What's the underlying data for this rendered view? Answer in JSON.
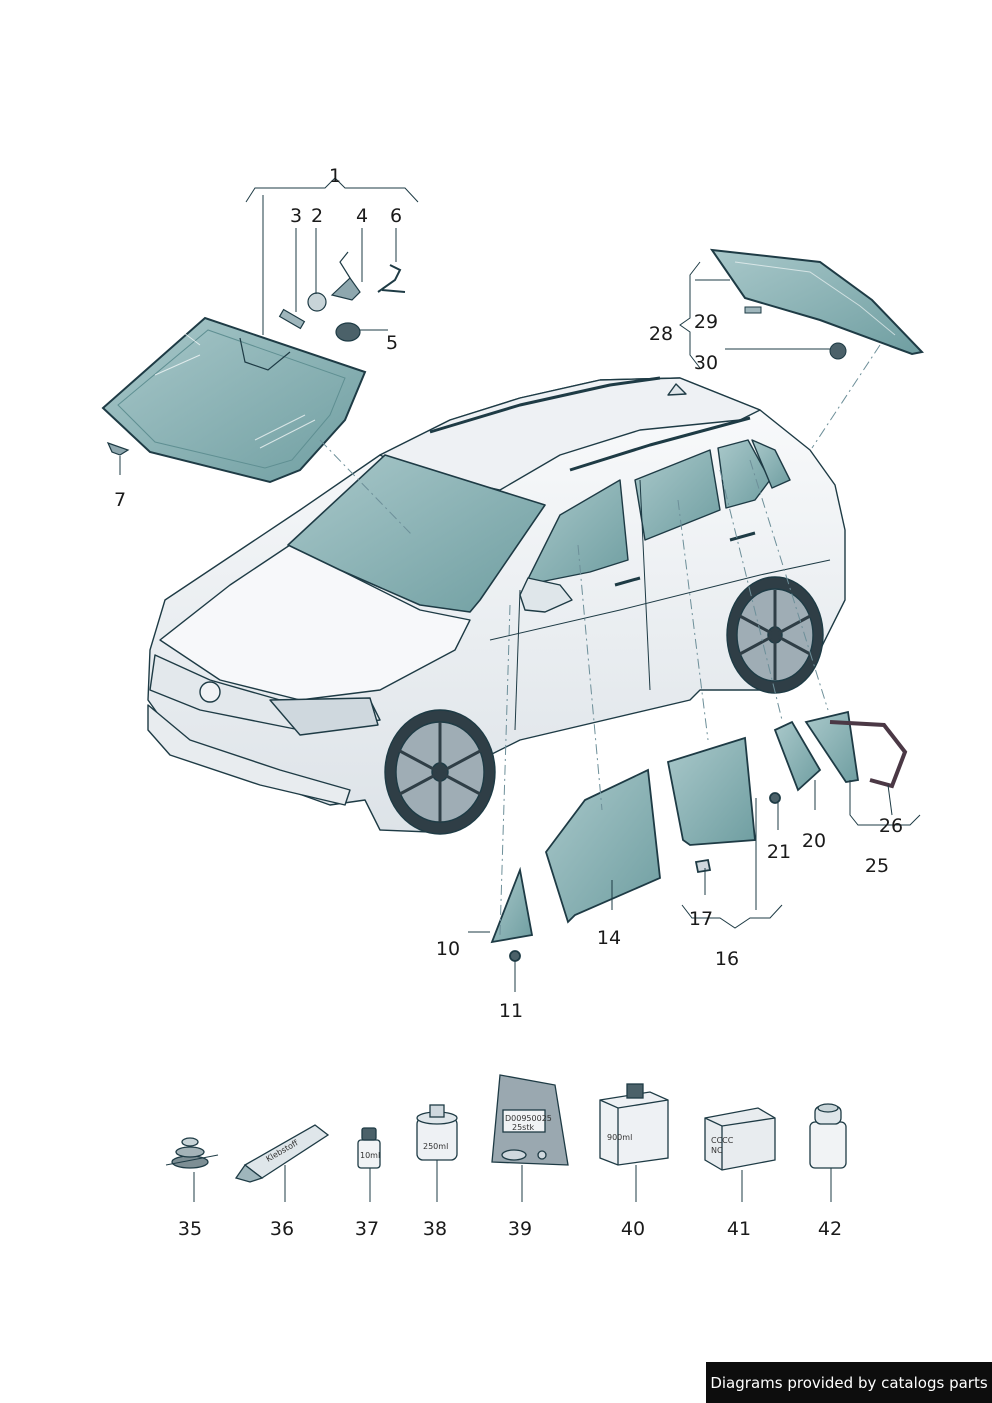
{
  "callouts": {
    "c1": "1",
    "c2": "2",
    "c3": "3",
    "c4": "4",
    "c5": "5",
    "c6": "6",
    "c7": "7",
    "c10": "10",
    "c11": "11",
    "c14": "14",
    "c16": "16",
    "c17": "17",
    "c20": "20",
    "c21": "21",
    "c25": "25",
    "c26": "26",
    "c28": "28",
    "c29": "29",
    "c30": "30",
    "c35": "35",
    "c36": "36",
    "c37": "37",
    "c38": "38",
    "c39": "39",
    "c40": "40",
    "c41": "41",
    "c42": "42"
  },
  "product_labels": {
    "tube": "Klebstoff",
    "small_bottle": "10ml",
    "can": "250ml",
    "pouch_line1": "D00950025",
    "pouch_line2": "25stk",
    "box": "900ml",
    "case_line1": "CCCC",
    "case_line2": "NC"
  },
  "credit": "Diagrams provided by catalogs parts",
  "colors": {
    "glass": "#8fb5b7",
    "glass_dark": "#5f8f92",
    "outline": "#1e3b45",
    "car_fill": "#f4f6f8"
  }
}
